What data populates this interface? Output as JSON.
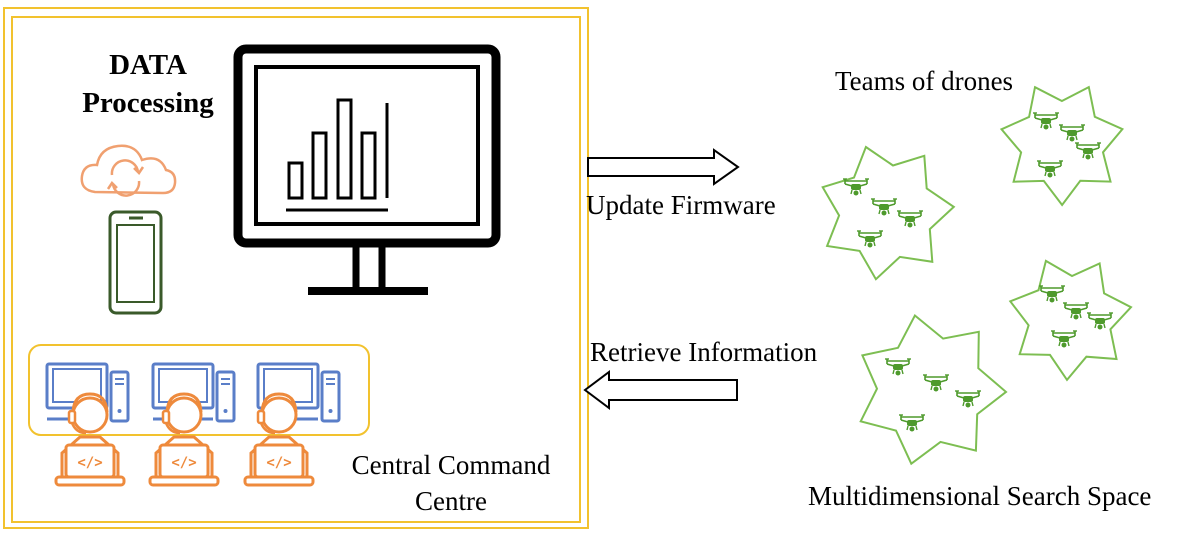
{
  "labels": {
    "data_processing": "DATA Processing",
    "update_firmware": "Update Firmware",
    "retrieve_information": "Retrieve Information",
    "teams_of_drones": "Teams of drones",
    "central_command_centre": "Central Command Centre",
    "search_space": "Multidimensional Search Space"
  },
  "colors": {
    "frame": "#F2C22E",
    "cloud": "#F0A070",
    "operator": "#EE8A3C",
    "workstation": "#5A7EC8",
    "phone": "#3A5A2A",
    "drone_zone": "#7DBE52",
    "drone": "#4E9A2C",
    "ink": "#000000"
  },
  "icons": [
    "cloud-sync-icon",
    "smartphone-icon",
    "monitor-chart-icon",
    "workstation-icon",
    "developer-icon",
    "drone-icon",
    "arrow-right-icon",
    "arrow-left-icon"
  ],
  "drone_zones": [
    {
      "name": "zone-upper-right",
      "drones": 4
    },
    {
      "name": "zone-middle-left",
      "drones": 4
    },
    {
      "name": "zone-right",
      "drones": 4
    },
    {
      "name": "zone-lower",
      "drones": 4
    }
  ]
}
